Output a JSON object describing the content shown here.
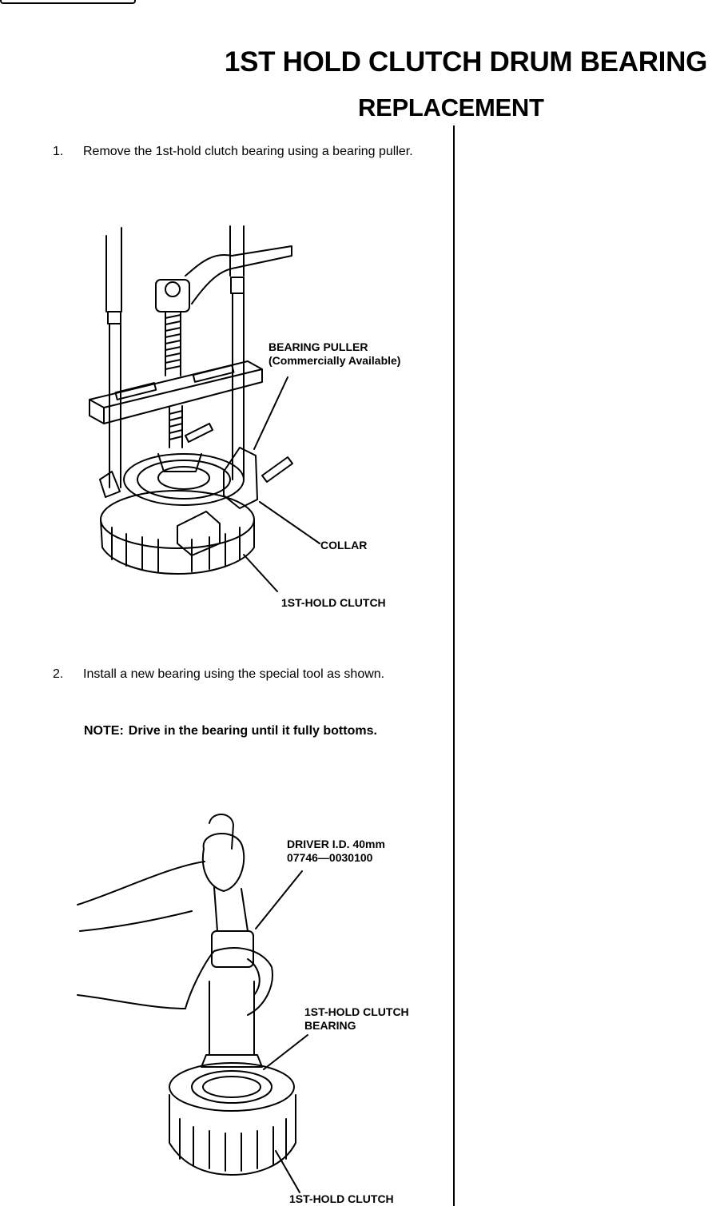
{
  "header": {
    "title": "1ST HOLD CLUTCH DRUM BEARING",
    "subtitle": "REPLACEMENT"
  },
  "steps": [
    {
      "number": "1.",
      "text": "Remove the 1st-hold clutch bearing using a bearing puller."
    },
    {
      "number": "2.",
      "text": "Install a new bearing using the special tool as shown."
    }
  ],
  "note": {
    "label": "NOTE:",
    "text": "Drive in the bearing until it fully bottoms."
  },
  "figure1": {
    "callouts": {
      "bearing_puller_line1": "BEARING PULLER",
      "bearing_puller_line2": "(Commercially Available)",
      "collar": "COLLAR",
      "clutch": "1ST-HOLD CLUTCH"
    }
  },
  "figure2": {
    "callouts": {
      "driver_line1": "DRIVER I.D. 40mm",
      "driver_line2": "07746—0030100",
      "bearing_line1": "1ST-HOLD CLUTCH",
      "bearing_line2": "BEARING",
      "clutch": "1ST-HOLD CLUTCH"
    }
  }
}
